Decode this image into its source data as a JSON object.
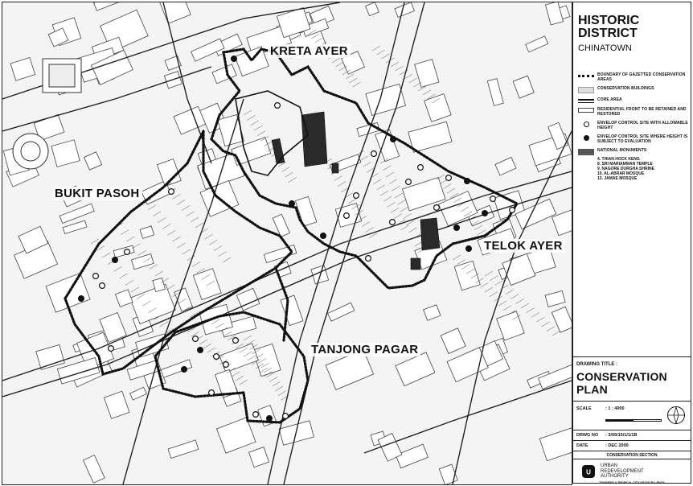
{
  "map": {
    "labels": {
      "kreta_ayer": "KRETA AYER",
      "bukit_pasoh": "BUKIT PASOH",
      "telok_ayer": "TELOK AYER",
      "tanjong_pagar": "TANJONG PAGAR"
    }
  },
  "title": {
    "line1": "HISTORIC",
    "line2": "DISTRICT",
    "line3": "CHINATOWN"
  },
  "legend": {
    "boundary": "BOUNDARY OF GAZETTED CONSERVATION AREAS",
    "conservation_buildings": "CONSERVATION BUILDINGS",
    "core_area": "CORE AREA",
    "residential_front": "RESIDENTIAL FRONT TO BE RETAINED AND RESTORED",
    "envelop_allowable": "ENVELOP CONTROL SITE WITH ALLOWABLE HEIGHT",
    "envelop_evaluation": "ENVELOP CONTROL SITE WHERE HEIGHT IS SUBJECT TO EVALUATION",
    "national_monuments": "NATIONAL MONUMENTS",
    "monuments": [
      "4.   THIAN HOCK KENG",
      "8.   SRI MARIAMMAN TEMPLE",
      "9.   NAGORE DURGHA SHRINE",
      "10.  AL-ABRAR MOSQUE",
      "13.  JAMAE MOSQUE"
    ]
  },
  "titleblock": {
    "drawing_title_label": "DRAWING TITLE :",
    "drawing_title": "CONSERVATION PLAN",
    "scale_label": "SCALE",
    "scale_value": ": 1 : 4000",
    "drwg_no_label": "DRWG NO",
    "drwg_no_value": ": 3/09/15/1/1/1B",
    "date_label": "DATE",
    "date_value": ": DEC 2000",
    "section": "CONSERVATION SECTION",
    "authority_line1": "URBAN",
    "authority_line2": "REDEVELOPMENT",
    "authority_line3": "AUTHORITY",
    "tagline": "TOWARDS A TROPICAL CITY OF EXCELLENCE"
  }
}
